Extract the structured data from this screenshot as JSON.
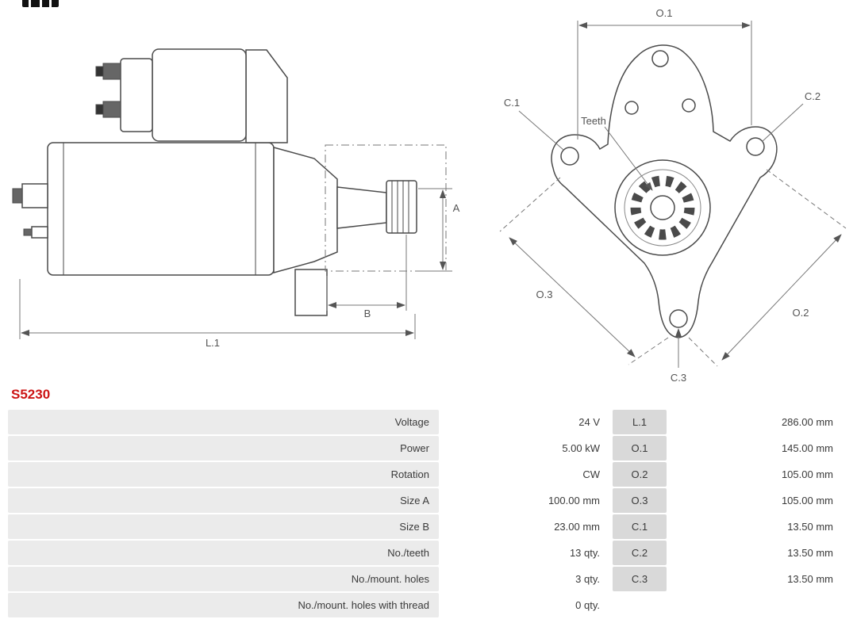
{
  "part_number": "S5230",
  "diagram": {
    "side_view": {
      "labels": {
        "A": "A",
        "B": "B",
        "L1": "L.1"
      }
    },
    "front_view": {
      "labels": {
        "O1": "O.1",
        "O2": "O.2",
        "O3": "O.3",
        "C1": "C.1",
        "C2": "C.2",
        "C3": "C.3",
        "teeth": "Teeth"
      }
    }
  },
  "table": {
    "rows": [
      {
        "label": "Voltage",
        "value": "24 V",
        "dim": "L.1",
        "dim_value": "286.00 mm"
      },
      {
        "label": "Power",
        "value": "5.00 kW",
        "dim": "O.1",
        "dim_value": "145.00 mm"
      },
      {
        "label": "Rotation",
        "value": "CW",
        "dim": "O.2",
        "dim_value": "105.00 mm"
      },
      {
        "label": "Size A",
        "value": "100.00 mm",
        "dim": "O.3",
        "dim_value": "105.00 mm"
      },
      {
        "label": "Size B",
        "value": "23.00 mm",
        "dim": "C.1",
        "dim_value": "13.50 mm"
      },
      {
        "label": "No./teeth",
        "value": "13 qty.",
        "dim": "C.2",
        "dim_value": "13.50 mm"
      },
      {
        "label": "No./mount. holes",
        "value": "3 qty.",
        "dim": "C.3",
        "dim_value": "13.50 mm"
      },
      {
        "label": "No./mount. holes with thread",
        "value": "0 qty.",
        "dim": "",
        "dim_value": ""
      }
    ]
  }
}
